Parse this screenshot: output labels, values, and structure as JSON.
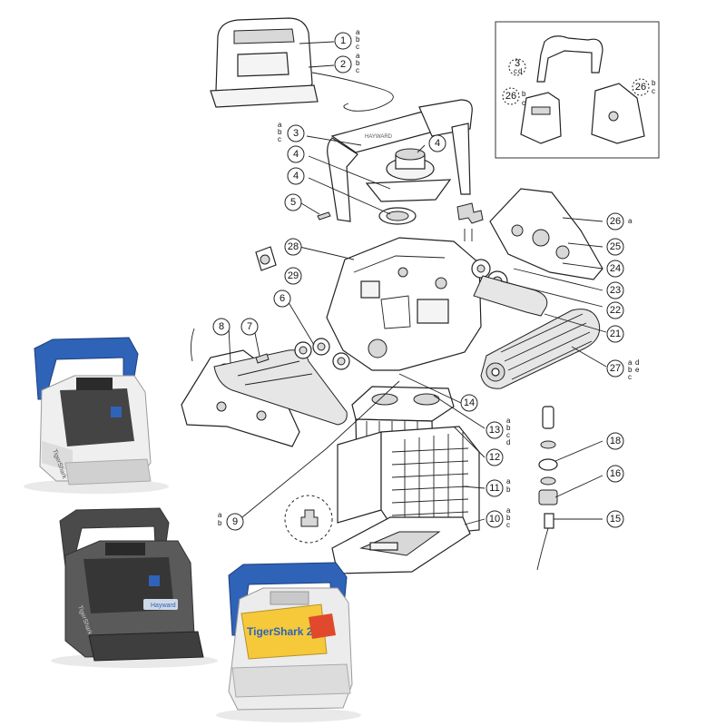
{
  "diagram": {
    "callouts": [
      {
        "id": "c1",
        "num": "1",
        "letters": [
          "a",
          "b",
          "c"
        ]
      },
      {
        "id": "c2",
        "num": "2",
        "letters": [
          "a",
          "b",
          "c"
        ]
      },
      {
        "id": "c3",
        "num": "3",
        "letters": [
          "a",
          "b",
          "c"
        ]
      },
      {
        "id": "c4a",
        "num": "4",
        "letters": []
      },
      {
        "id": "c4b",
        "num": "4",
        "letters": []
      },
      {
        "id": "c4c",
        "num": "4",
        "letters": []
      },
      {
        "id": "c5",
        "num": "5",
        "letters": []
      },
      {
        "id": "c6",
        "num": "6",
        "letters": []
      },
      {
        "id": "c7",
        "num": "7",
        "letters": []
      },
      {
        "id": "c8",
        "num": "8",
        "letters": []
      },
      {
        "id": "c9",
        "num": "9",
        "letters": [
          "a",
          "b"
        ]
      },
      {
        "id": "c10",
        "num": "10",
        "letters": [
          "a",
          "b",
          "c"
        ]
      },
      {
        "id": "c11",
        "num": "11",
        "letters": [
          "a",
          "b"
        ]
      },
      {
        "id": "c12",
        "num": "12",
        "letters": []
      },
      {
        "id": "c13",
        "num": "13",
        "letters": [
          "a",
          "b",
          "c",
          "d"
        ]
      },
      {
        "id": "c14",
        "num": "14",
        "letters": []
      },
      {
        "id": "c15",
        "num": "15",
        "letters": []
      },
      {
        "id": "c16",
        "num": "16",
        "letters": []
      },
      {
        "id": "c18",
        "num": "18",
        "letters": []
      },
      {
        "id": "c21",
        "num": "21",
        "letters": []
      },
      {
        "id": "c22",
        "num": "22",
        "letters": []
      },
      {
        "id": "c23",
        "num": "23",
        "letters": []
      },
      {
        "id": "c24",
        "num": "24",
        "letters": []
      },
      {
        "id": "c25",
        "num": "25",
        "letters": []
      },
      {
        "id": "c26",
        "num": "26",
        "letters": [
          "a"
        ]
      },
      {
        "id": "c27",
        "num": "27",
        "letters": [
          "a",
          "b",
          "c",
          "d",
          "e"
        ]
      },
      {
        "id": "c28",
        "num": "28",
        "letters": []
      },
      {
        "id": "c29",
        "num": "29",
        "letters": []
      }
    ],
    "inset": {
      "callouts": [
        {
          "id": "i3",
          "num": "3",
          "letters": [
            "c",
            "d"
          ]
        },
        {
          "id": "i26l",
          "num": "26",
          "letters": [
            "b",
            "c"
          ]
        },
        {
          "id": "i26r",
          "num": "26",
          "letters": [
            "b",
            "c"
          ]
        }
      ]
    }
  },
  "photos": {
    "blue_robot": {
      "name_text": "TigerShark"
    },
    "gray_robot": {
      "name_text": "TigerShark XL",
      "brand_text": "Hayward"
    },
    "tigershark2_robot": {
      "logo_text": "TigerShark 2"
    }
  },
  "colors": {
    "blue": "#2f63b8",
    "dark_gray": "#4a4a4a",
    "light_gray": "#d9d9d9"
  }
}
